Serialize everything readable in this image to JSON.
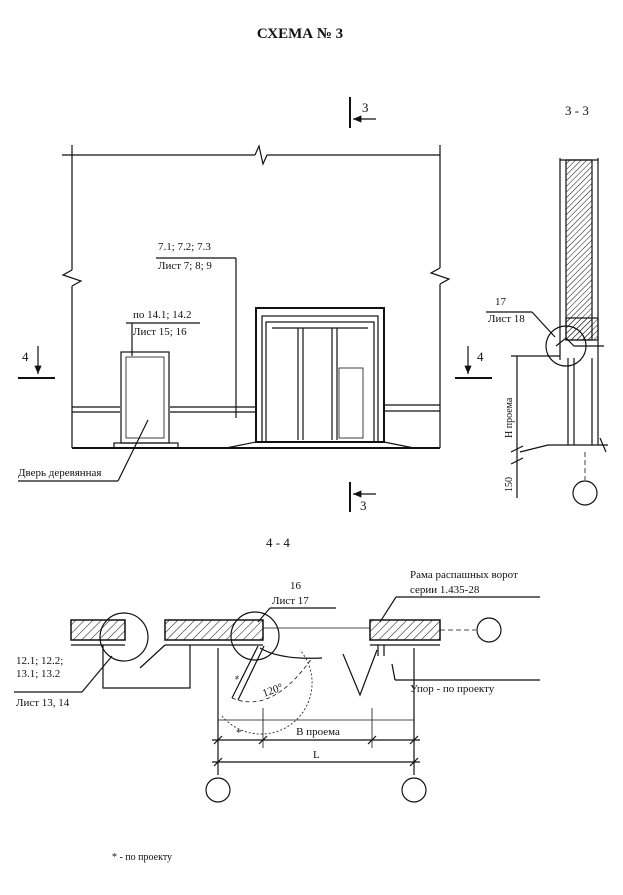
{
  "title": "СХЕМА № 3",
  "elevation": {
    "section_mark": "3",
    "side_mark": "4",
    "callout_gate": [
      "7.1; 7.2; 7.3",
      "Лист 7; 8; 9"
    ],
    "callout_door": [
      "по 14.1; 14.2",
      "Лист 15; 16"
    ],
    "door_label": "Дверь деревянная"
  },
  "section_33": {
    "title": "3 - 3",
    "callout": [
      "17",
      "Лист 18"
    ],
    "dim_h": "Н проема",
    "dim_150": "150"
  },
  "section_44": {
    "title": "4 - 4",
    "callout_16": [
      "16",
      "Лист 17"
    ],
    "callout_frame": [
      "Рама распашных ворот",
      "серии 1.435-28"
    ],
    "callout_left": [
      "12.1; 12.2;",
      "13.1; 13.2",
      "Лист 13, 14"
    ],
    "stop_label": "Упор - по проекту",
    "angle_label": "120°",
    "dim_star": "*",
    "dim_b": "В проема",
    "dim_l": "L"
  },
  "footnote": "* - по проекту"
}
